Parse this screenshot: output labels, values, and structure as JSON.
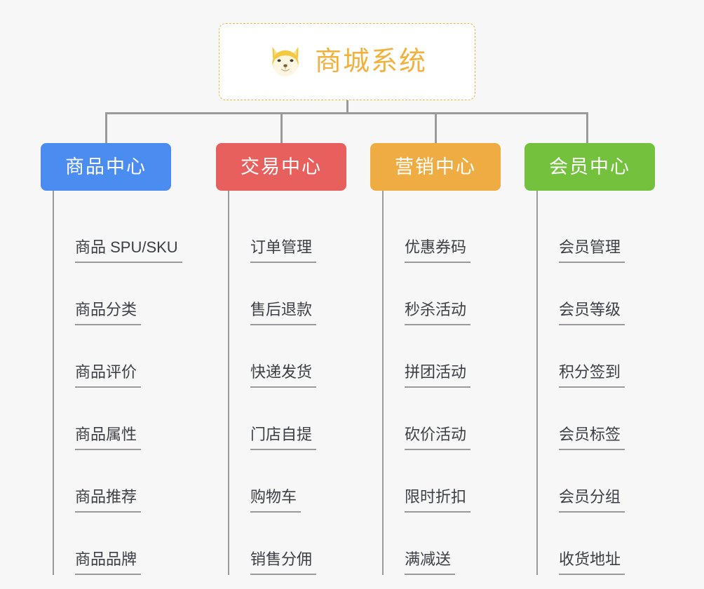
{
  "background_color": "#f7f7f7",
  "connector_color": "#9a9a9a",
  "root": {
    "icon": "shiba-dog-icon",
    "title": "商城系统",
    "title_color": "#f0b23c",
    "border_color": "#e8b54a"
  },
  "categories": [
    {
      "label": "商品中心",
      "color": "#4a8cf0",
      "items": [
        "商品 SPU/SKU",
        "商品分类",
        "商品评价",
        "商品属性",
        "商品推荐",
        "商品品牌"
      ]
    },
    {
      "label": "交易中心",
      "color": "#e8605e",
      "items": [
        "订单管理",
        "售后退款",
        "快递发货",
        "门店自提",
        "购物车",
        "销售分佣"
      ]
    },
    {
      "label": "营销中心",
      "color": "#eeac42",
      "items": [
        "优惠券码",
        "秒杀活动",
        "拼团活动",
        "砍价活动",
        "限时折扣",
        "满减送"
      ]
    },
    {
      "label": "会员中心",
      "color": "#74c13e",
      "items": [
        "会员管理",
        "会员等级",
        "积分签到",
        "会员标签",
        "会员分组",
        "收货地址"
      ]
    }
  ]
}
